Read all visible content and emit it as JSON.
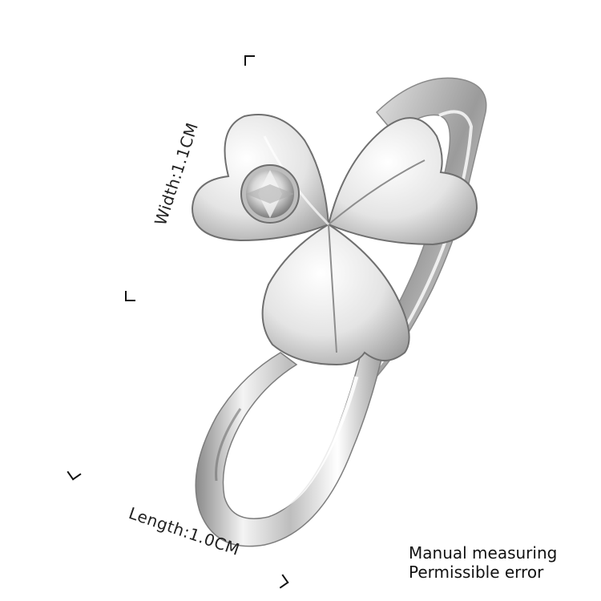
{
  "image": {
    "subject": "silver clover ring with crystal",
    "background_color": "#ffffff",
    "metal_color": "#c9c9c9",
    "highlight_color": "#f7f7f7",
    "shadow_color": "#6f6f6f"
  },
  "dimensions": {
    "width_label": "Width:1.1CM",
    "length_label": "Length:1.0CM"
  },
  "note": {
    "line1": "Manual measuring",
    "line2": "Permissible error"
  }
}
